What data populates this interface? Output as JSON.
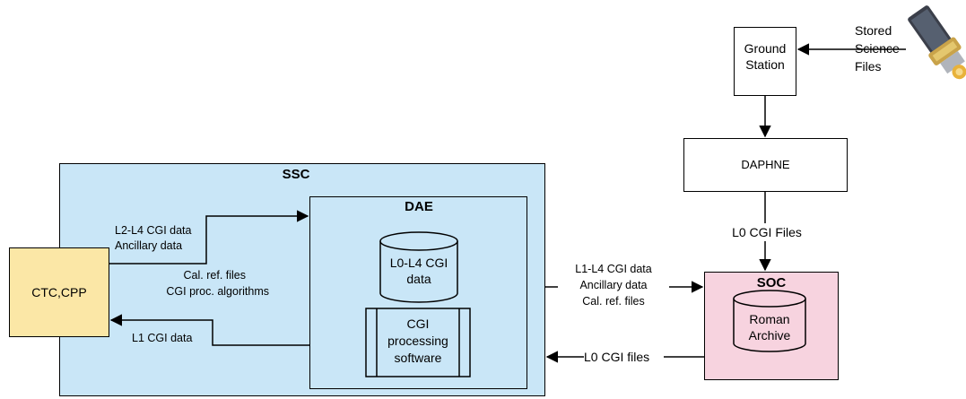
{
  "ssc": {
    "title": "SSC"
  },
  "dae": {
    "title": "DAE",
    "db_line1": "L0-L4 CGI",
    "db_line2": "data",
    "software_line1": "CGI",
    "software_line2": "processing",
    "software_line3": "software"
  },
  "ctc": {
    "label": "CTC,CPP"
  },
  "ground_station": {
    "line1": "Ground",
    "line2": "Station"
  },
  "stored_files": {
    "line1": "Stored",
    "line2": "Science",
    "line3": "Files"
  },
  "daphne": {
    "label": "DAPHNE"
  },
  "soc": {
    "title": "SOC",
    "archive_line1": "Roman",
    "archive_line2": "Archive"
  },
  "edges": {
    "l0_cgi_files_upper": "L0 CGI Files",
    "to_dae_line1": "L2-L4 CGI data",
    "to_dae_line2": "Ancillary data",
    "from_ctc_line1": "Cal. ref. files",
    "from_ctc_line2": "CGI proc. algorithms",
    "l1_cgi_data": "L1 CGI data",
    "to_soc_line1": "L1-L4 CGI data",
    "to_soc_line2": "Ancillary data",
    "to_soc_line3": "Cal. ref. files",
    "l0_cgi_files_lower": "L0 CGI files"
  },
  "colors": {
    "ssc_fill": "#c9e6f7",
    "ctc_fill": "#fbe7a6",
    "soc_fill": "#f7d3df"
  },
  "icons": {
    "satellite": "satellite-icon"
  }
}
